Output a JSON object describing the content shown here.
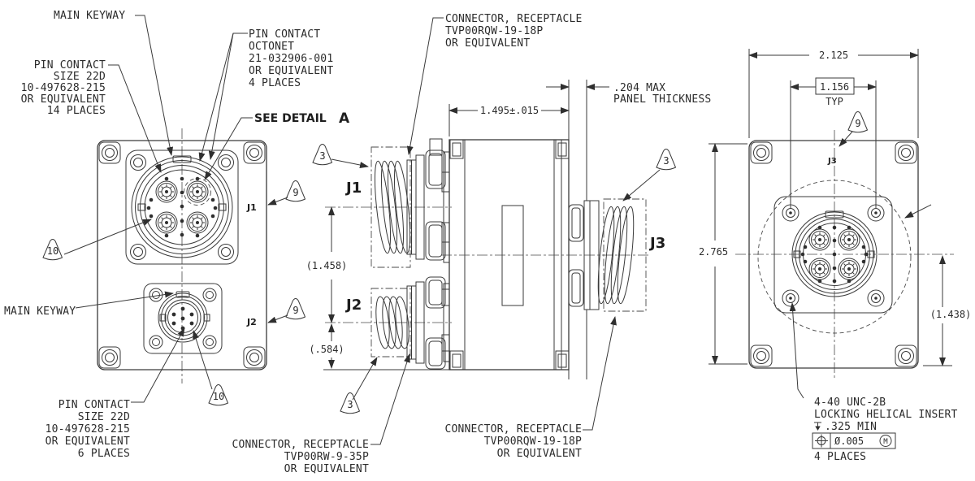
{
  "notes": {
    "main_keyway_top": "MAIN KEYWAY",
    "main_keyway_bottom": "MAIN KEYWAY",
    "pin_contact_14": [
      "PIN CONTACT",
      "SIZE 22D",
      "10-497628-215",
      "OR EQUIVALENT",
      "14 PLACES"
    ],
    "pin_contact_octonet": [
      "PIN CONTACT",
      "OCTONET",
      "21-032906-001",
      "OR EQUIVALENT",
      "4 PLACES"
    ],
    "pin_contact_6": [
      "PIN CONTACT",
      "SIZE 22D",
      "10-497628-215",
      "OR EQUIVALENT",
      "6 PLACES"
    ],
    "see_detail": "SEE DETAIL",
    "detail_id": "A",
    "connector_top": [
      "CONNECTOR, RECEPTACLE",
      "TVP00RQW-19-18P",
      "OR EQUIVALENT"
    ],
    "connector_bottom_left": [
      "CONNECTOR, RECEPTACLE",
      "TVP00RW-9-35P",
      "OR EQUIVALENT"
    ],
    "connector_bottom_right": [
      "CONNECTOR, RECEPTACLE",
      "TVP00RQW-19-18P",
      "OR EQUIVALENT"
    ],
    "panel": [
      ".204 MAX",
      "PANEL THICKNESS"
    ],
    "insert_note": [
      "4-40 UNC-2B",
      "LOCKING HELICAL INSERT",
      ".325 MIN",
      "4 PLACES"
    ],
    "fcf": {
      "tolerance": "Ø.005",
      "modifier": "M"
    }
  },
  "dims": {
    "body_width": "1.495±.015",
    "overall_width": "2.125",
    "bolt_spacing": "1.156",
    "typ": "TYP",
    "overall_height": "2.765",
    "j1_to_j2": "(1.458)",
    "j2_to_base": "(.584)",
    "center_to_base": "(1.438)"
  },
  "labels": {
    "j1": "J1",
    "j2": "J2",
    "j3": "J3"
  },
  "balloons": {
    "b3": "3",
    "b9": "9",
    "b10": "10"
  },
  "colors": {
    "line": "#3a3a3a",
    "background": "#ffffff"
  }
}
